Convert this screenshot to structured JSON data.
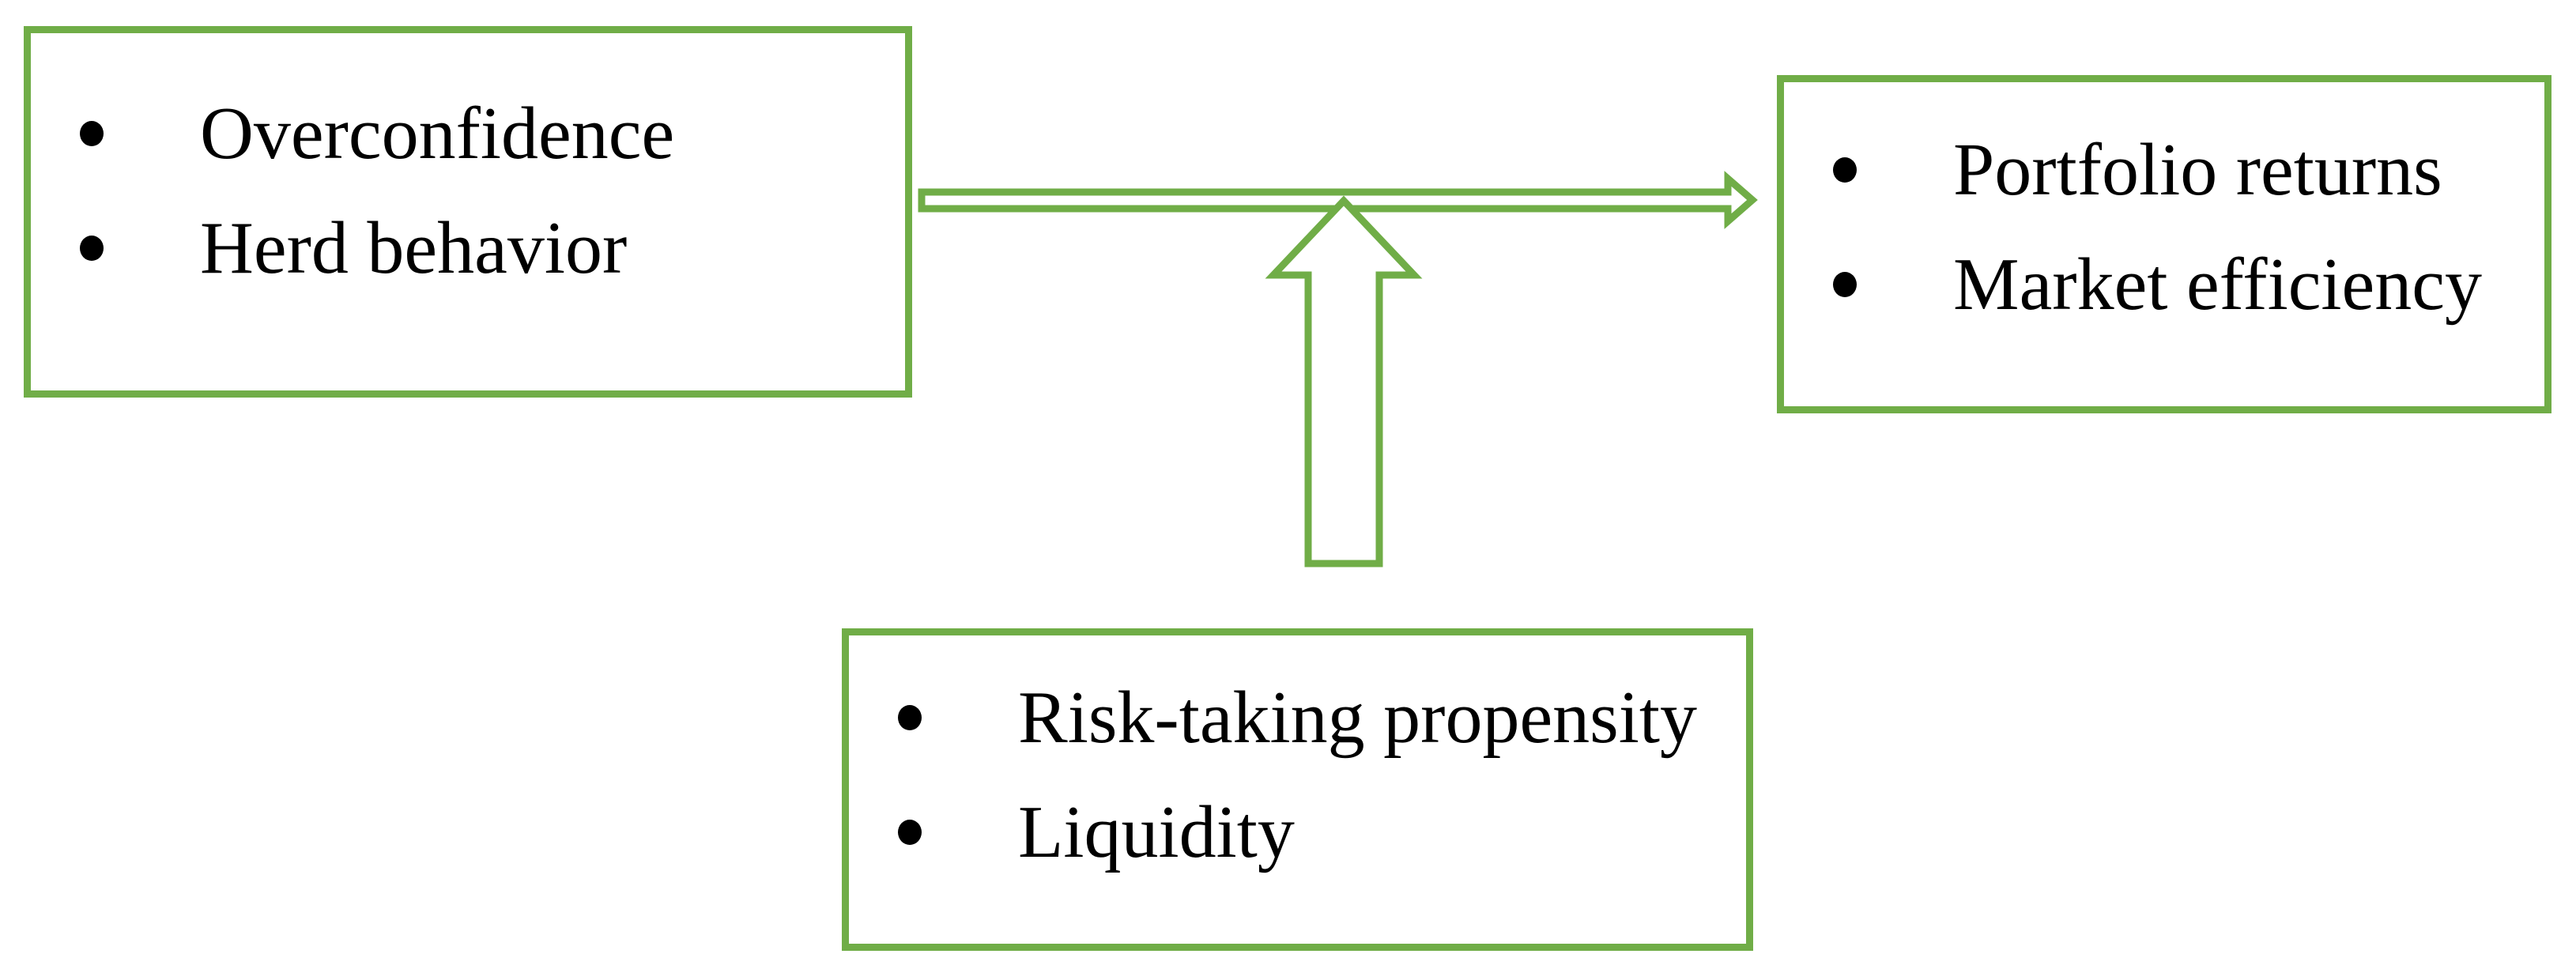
{
  "figure": {
    "kind": "moderation-framework-diagram",
    "colors": {
      "box_border": "#70ad47",
      "arrow": "#70ad47",
      "bullet": "#000000",
      "text": "#000000",
      "background": "#ffffff"
    },
    "independent_box": {
      "items": [
        "Overconfidence",
        "Herd behavior"
      ]
    },
    "dependent_box": {
      "items": [
        "Portfolio returns",
        "Market efficiency"
      ]
    },
    "moderator_box": {
      "items": [
        "Risk-taking propensity",
        "Liquidity"
      ]
    },
    "arrows": [
      {
        "icon": "right-block-arrow",
        "from": "independent_box",
        "to": "dependent_box"
      },
      {
        "icon": "up-block-arrow",
        "from": "moderator_box",
        "to": "independent-to-dependent-arrow"
      }
    ]
  }
}
